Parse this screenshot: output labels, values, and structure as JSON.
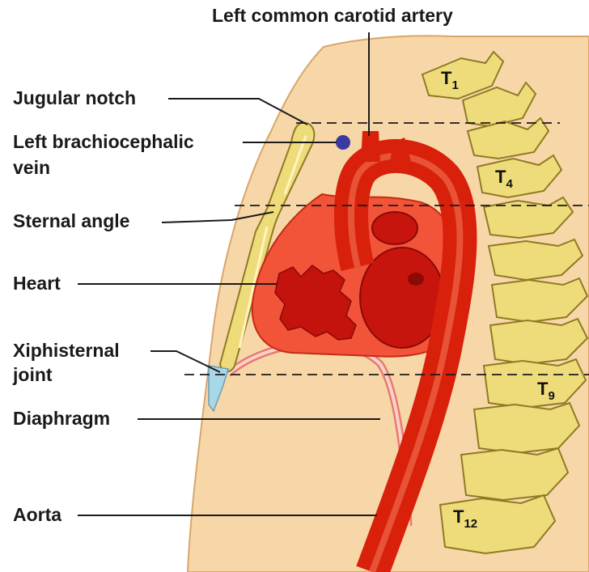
{
  "labels": {
    "top": "Left common carotid artery",
    "jugular_notch": "Jugular notch",
    "brachiocephalic_line1": "Left brachiocephalic",
    "brachiocephalic_line2": "vein",
    "sternal_angle": "Sternal angle",
    "heart": "Heart",
    "xiphisternal_line1": "Xiphisternal",
    "xiphisternal_line2": "joint",
    "diaphragm": "Diaphragm",
    "aorta": "Aorta"
  },
  "vertebrae": {
    "t1": {
      "base": "T",
      "sub": "1"
    },
    "t4": {
      "base": "T",
      "sub": "4"
    },
    "t9": {
      "base": "T",
      "sub": "9"
    },
    "t12": {
      "base": "T",
      "sub": "12"
    }
  },
  "colors": {
    "skin": "#f7d7a8",
    "bone": "#eedc7a",
    "bone_outline": "#8f7a24",
    "artery": "#d8200a",
    "pericardium": "#f2543a",
    "heart_dark": "#b8100a",
    "vein": "#3a3aa0",
    "cartilage": "#a8d8e8",
    "leader_line": "#1a1a1a"
  }
}
